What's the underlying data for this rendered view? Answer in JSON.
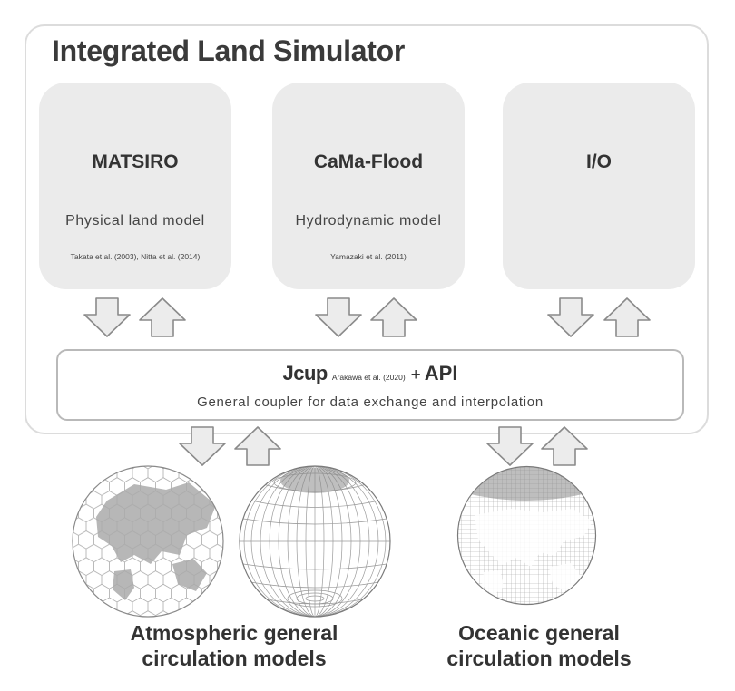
{
  "title": "Integrated Land Simulator",
  "modules": [
    {
      "name": "MATSIRO",
      "description": "Physical land model",
      "reference": "Takata et al. (2003),  Nitta et al. (2014)"
    },
    {
      "name": "CaMa-Flood",
      "description": "Hydrodynamic model",
      "reference": "Yamazaki et al. (2011)"
    },
    {
      "name": "I/O",
      "description": "",
      "reference": ""
    }
  ],
  "coupler": {
    "name": "Jcup",
    "reference": "Arakawa et al. (2020)",
    "plus": "+",
    "api": "API",
    "description": "General coupler for data exchange and interpolation"
  },
  "external_models": {
    "atmospheric_line1": "Atmospheric general",
    "atmospheric_line2": "circulation models",
    "oceanic_line1": "Oceanic general",
    "oceanic_line2": "circulation models"
  },
  "colors": {
    "module_fill": "#ebebeb",
    "arrow_fill": "#ececec",
    "arrow_stroke": "#8a8a8a",
    "border": "#dcdcdc"
  },
  "icons": [
    "arrow-down-icon",
    "arrow-up-icon",
    "hexagonal-grid-globe-icon",
    "lat-lon-grid-globe-icon",
    "ocean-tripolar-grid-globe-icon"
  ]
}
